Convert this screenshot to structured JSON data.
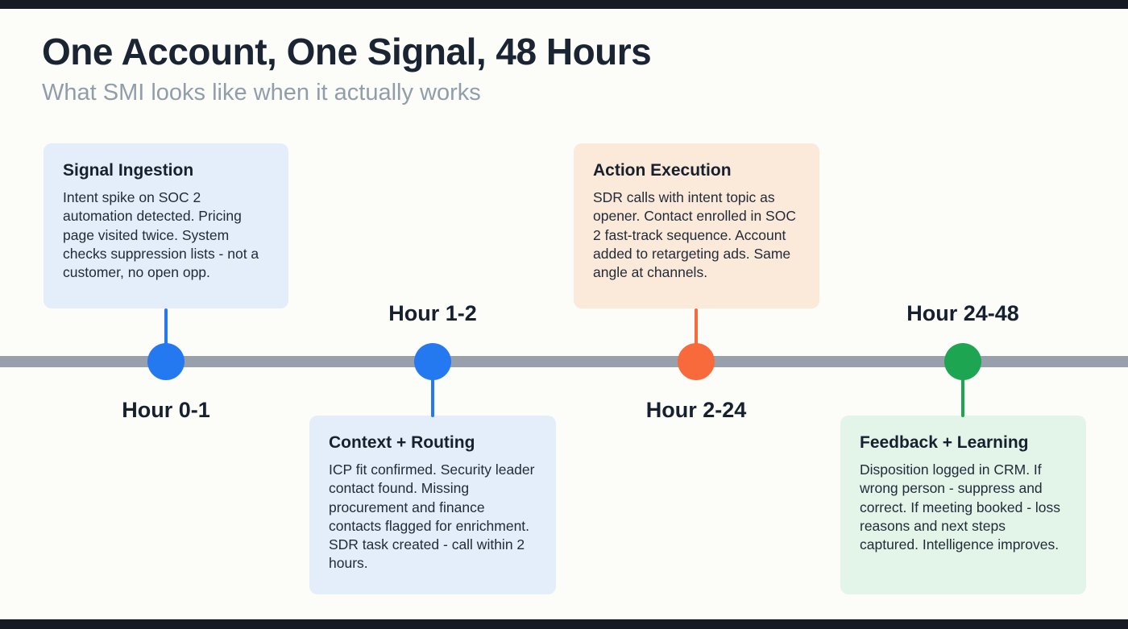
{
  "header": {
    "title": "One Account, One Signal, 48 Hours",
    "subtitle": "What SMI looks like when it actually works"
  },
  "colors": {
    "background": "#fcfcf9",
    "frame_bar": "#151a23",
    "heading": "#1a2432",
    "subtitle": "#929daa"
  },
  "timeline": {
    "bar_color": "#98a1ab",
    "milestones": [
      {
        "hour_label": "Hour 0-1",
        "label_position": "below",
        "card_position": "above",
        "title": "Signal Ingestion",
        "body": "Intent spike on SOC 2 automation detected. Pricing page visited twice. System checks suppression lists - not a customer, no open opp.",
        "dot_color": "#2478f0",
        "card_bg": "#e4eefa"
      },
      {
        "hour_label": "Hour 1-2",
        "label_position": "above",
        "card_position": "below",
        "title": "Context + Routing",
        "body": "ICP fit confirmed. Security leader contact found. Missing procurement and finance contacts flagged for enrichment. SDR task created - call within 2 hours.",
        "dot_color": "#2478f0",
        "card_bg": "#e4eefa"
      },
      {
        "hour_label": "Hour 2-24",
        "label_position": "below",
        "card_position": "above",
        "title": "Action Execution",
        "body": "SDR calls with intent topic as opener. Contact enrolled in SOC 2 fast-track sequence. Account added to retargeting ads. Same angle at channels.",
        "dot_color": "#f8693b",
        "card_bg": "#fbe9da"
      },
      {
        "hour_label": "Hour 24-48",
        "label_position": "above",
        "card_position": "below",
        "title": "Feedback + Learning",
        "body": "Disposition logged in CRM. If wrong person - suppress and correct. If meeting booked - loss reasons and next steps captured. Intelligence improves.",
        "dot_color": "#1ea551",
        "card_bg": "#e3f4e9"
      }
    ]
  }
}
